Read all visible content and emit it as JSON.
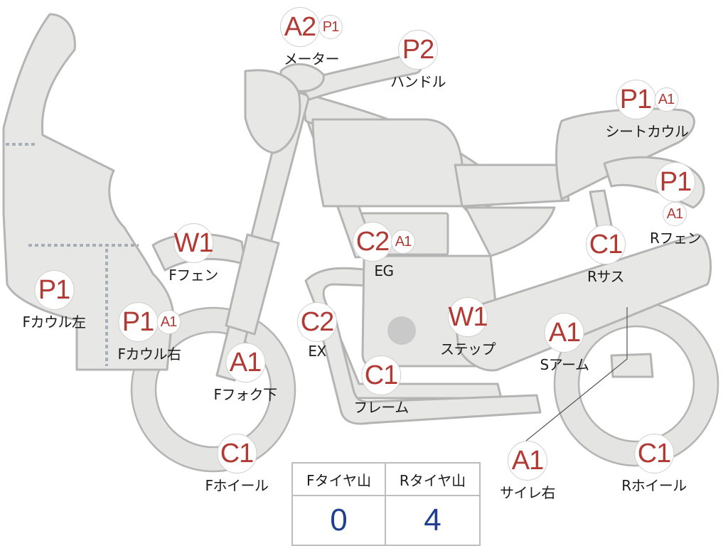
{
  "parts": [
    {
      "id": "meter",
      "label": "メーター",
      "badges": [
        "A2",
        "P1"
      ]
    },
    {
      "id": "handle",
      "label": "ハンドル",
      "badges": [
        "P2"
      ]
    },
    {
      "id": "seat-cowl",
      "label": "シートカウル",
      "badges": [
        "P1",
        "A1"
      ]
    },
    {
      "id": "r-fender",
      "label": "Rフェン",
      "badges": [
        "P1",
        "A1"
      ]
    },
    {
      "id": "r-sus",
      "label": "Rサス",
      "badges": [
        "C1"
      ]
    },
    {
      "id": "f-fender",
      "label": "Fフェン",
      "badges": [
        "W1"
      ]
    },
    {
      "id": "eg",
      "label": "EG",
      "badges": [
        "C2",
        "A1"
      ]
    },
    {
      "id": "f-cowl-left",
      "label": "Fカウル左",
      "badges": [
        "P1"
      ]
    },
    {
      "id": "f-cowl-right",
      "label": "Fカウル右",
      "badges": [
        "P1",
        "A1"
      ]
    },
    {
      "id": "ex",
      "label": "EX",
      "badges": [
        "C2"
      ]
    },
    {
      "id": "step",
      "label": "ステップ",
      "badges": [
        "W1"
      ]
    },
    {
      "id": "s-arm",
      "label": "Sアーム",
      "badges": [
        "A1"
      ]
    },
    {
      "id": "f-fork-lower",
      "label": "Fフォク下",
      "badges": [
        "A1"
      ]
    },
    {
      "id": "frame",
      "label": "フレーム",
      "badges": [
        "C1"
      ]
    },
    {
      "id": "f-wheel",
      "label": "Fホイール",
      "badges": [
        "C1"
      ]
    },
    {
      "id": "silencer-right",
      "label": "サイレ右",
      "badges": [
        "A1"
      ]
    },
    {
      "id": "r-wheel",
      "label": "Rホイール",
      "badges": [
        "C1"
      ]
    }
  ],
  "tire_table": {
    "headers": [
      "Fタイヤ山",
      "Rタイヤ山"
    ],
    "values": [
      "0",
      "4"
    ]
  },
  "colors": {
    "badge_text": "#b23a34",
    "value_text": "#1f3f8f",
    "part_fill": "#e7e7e5",
    "part_outline": "#b4b4b4"
  }
}
